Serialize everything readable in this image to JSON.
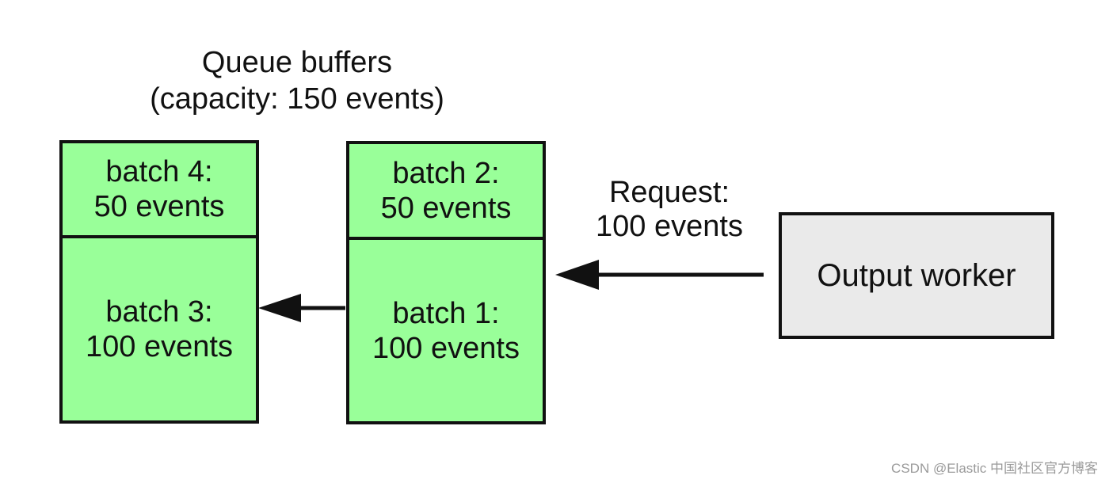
{
  "title": {
    "line1": "Queue buffers",
    "line2": "(capacity: 150 events)"
  },
  "buffers": [
    {
      "top": {
        "line1": "batch 4:",
        "line2": "50 events"
      },
      "bottom": {
        "line1": "batch 3:",
        "line2": "100 events"
      }
    },
    {
      "top": {
        "line1": "batch 2:",
        "line2": "50 events"
      },
      "bottom": {
        "line1": "batch 1:",
        "line2": "100 events"
      }
    }
  ],
  "request": {
    "line1": "Request:",
    "line2": "100 events"
  },
  "worker": {
    "label": "Output worker"
  },
  "watermark": "CSDN @Elastic 中国社区官方博客",
  "colors": {
    "buffer_fill": "#99ff99",
    "worker_fill": "#eaeaea",
    "stroke": "#111111"
  }
}
